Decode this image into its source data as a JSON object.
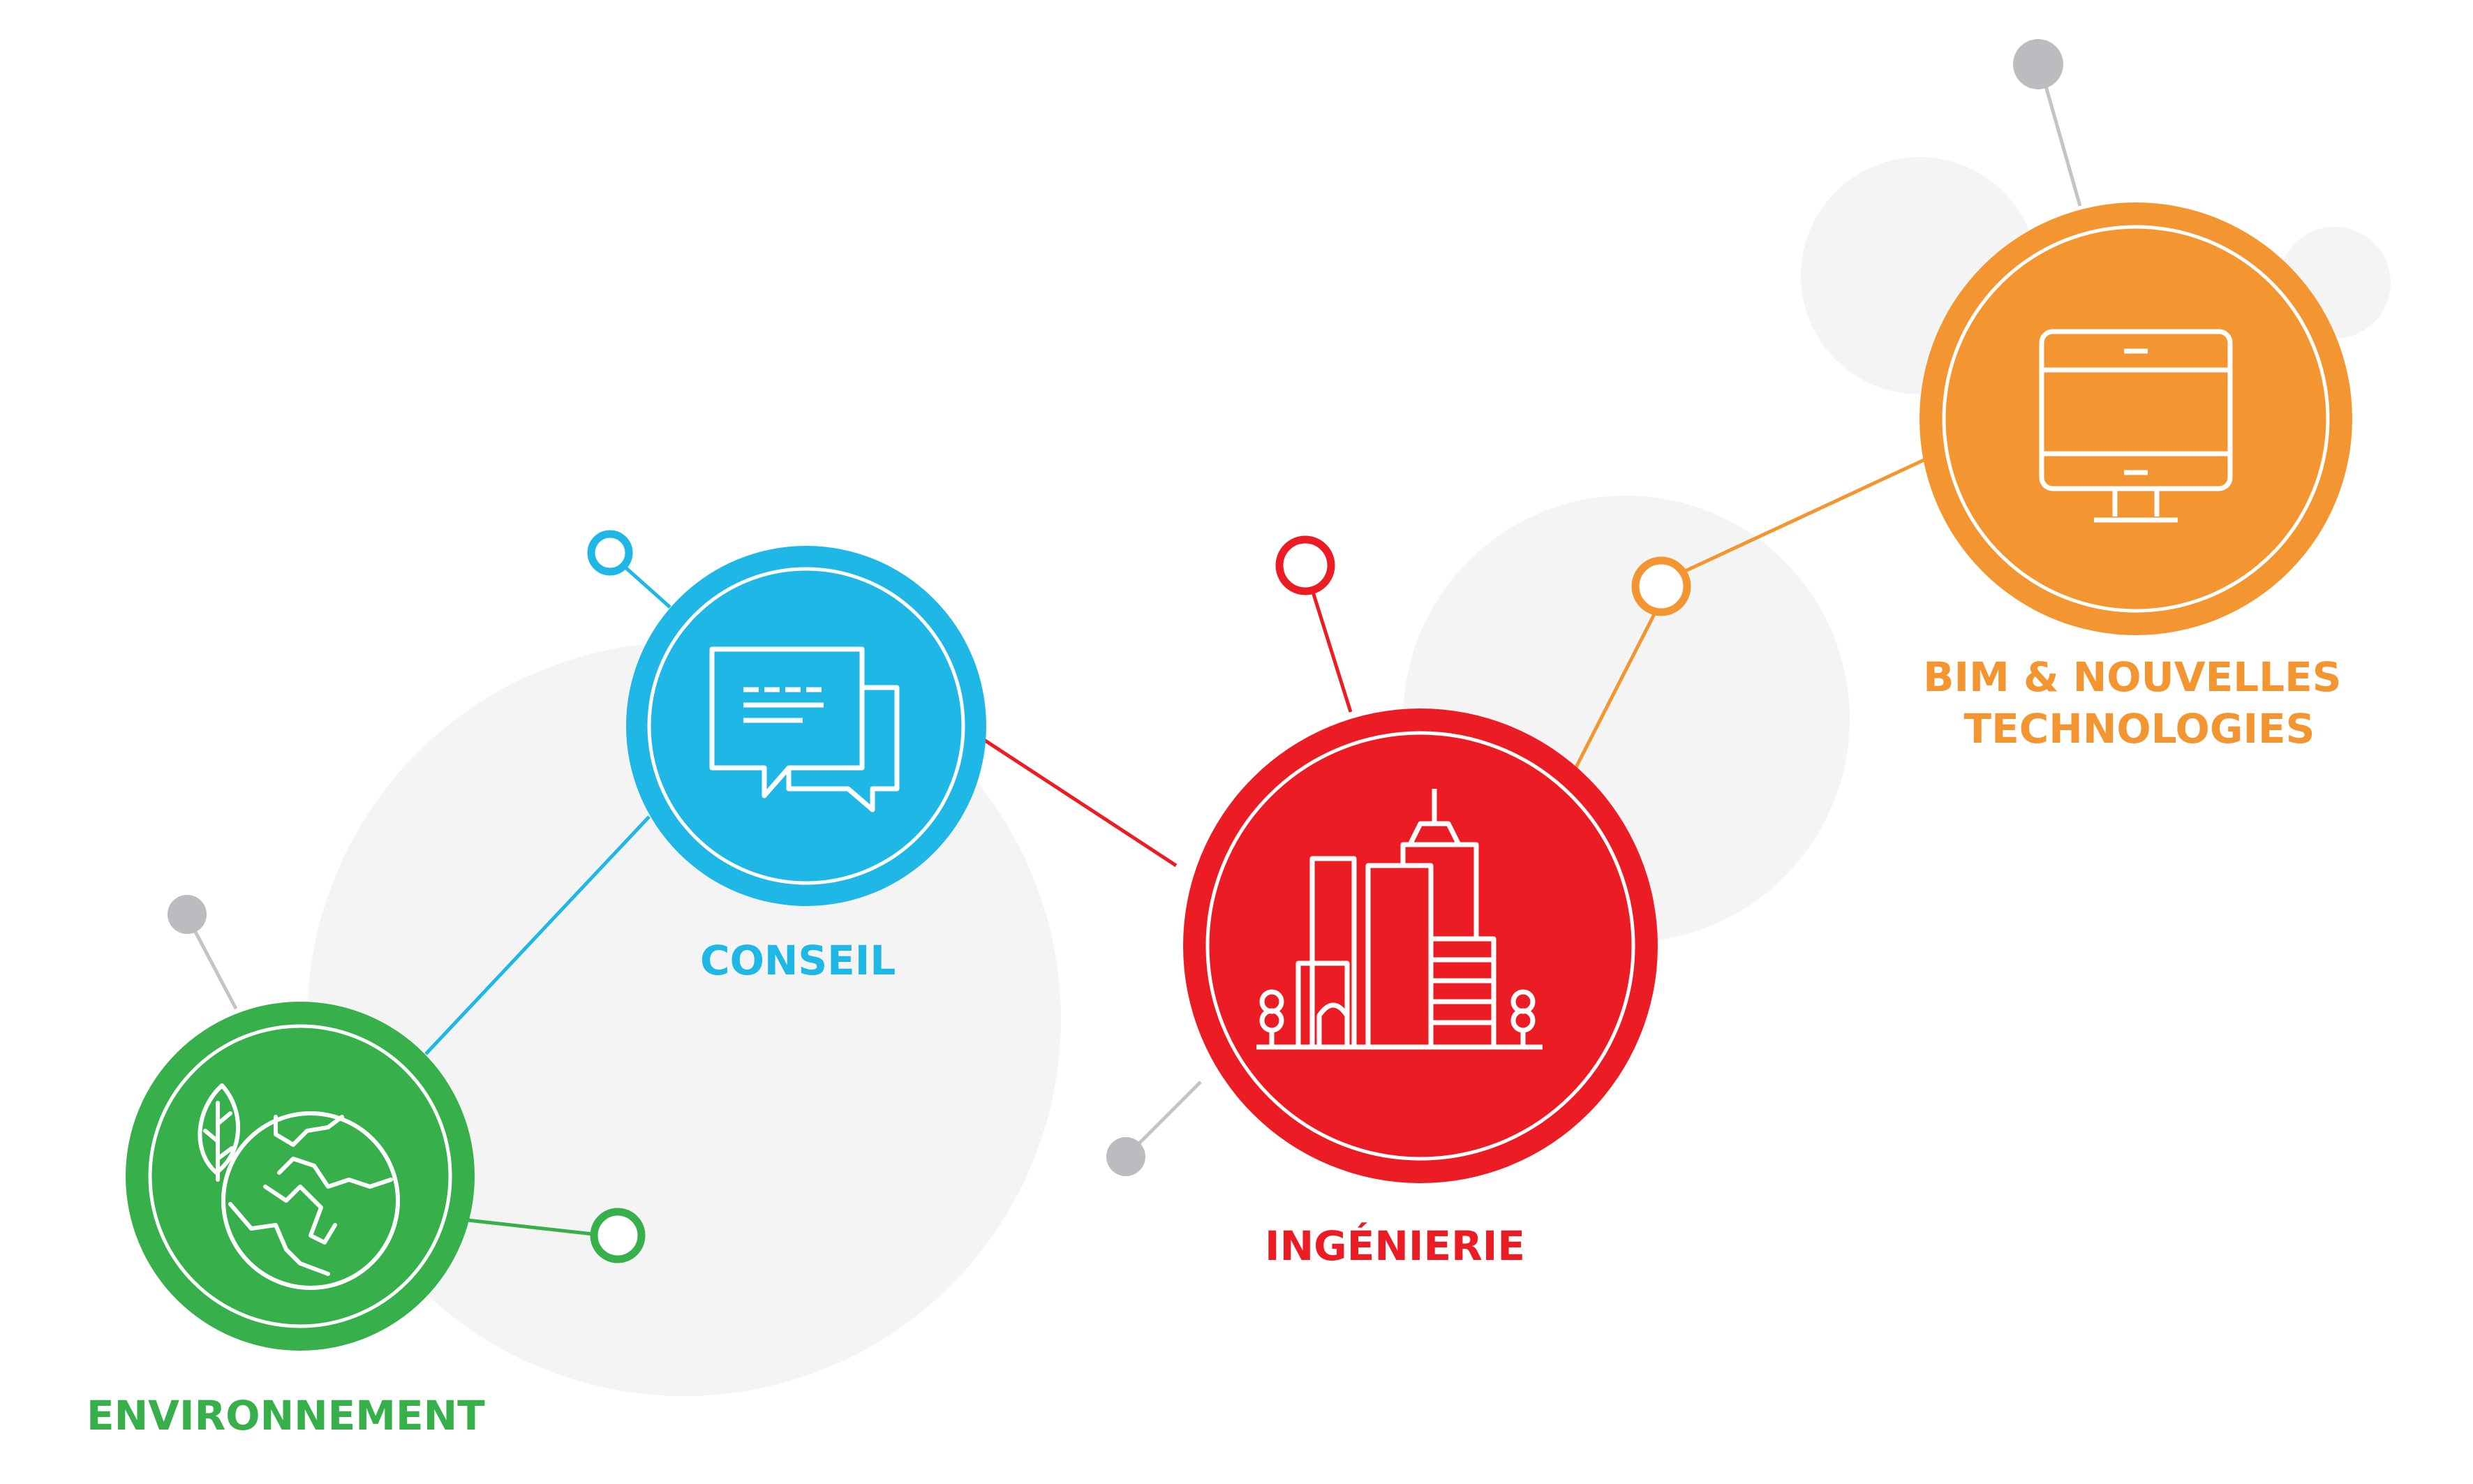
{
  "colors": {
    "green": "#37b04c",
    "blue": "#1fb7e5",
    "red": "#ec1c24",
    "orange": "#f39632",
    "connector_gray": "#c4c4c4",
    "node_gray": "#bcbcc0",
    "bg_circle": "#f4f4f4",
    "icon_stroke": "#ffffff"
  },
  "nodes": [
    {
      "id": "environnement",
      "label_lines": [
        "ENVIRONNEMENT"
      ],
      "color": "green",
      "icon": "globe-leaf-icon"
    },
    {
      "id": "conseil",
      "label_lines": [
        "CONSEIL"
      ],
      "color": "blue",
      "icon": "chat-bubbles-icon"
    },
    {
      "id": "ingenierie",
      "label_lines": [
        "INGÉNIERIE"
      ],
      "color": "red",
      "icon": "city-buildings-icon"
    },
    {
      "id": "bim",
      "label_lines": [
        "BIM & NOUVELLES",
        "TECHNOLOGIES"
      ],
      "color": "orange",
      "icon": "monitor-icon"
    }
  ]
}
